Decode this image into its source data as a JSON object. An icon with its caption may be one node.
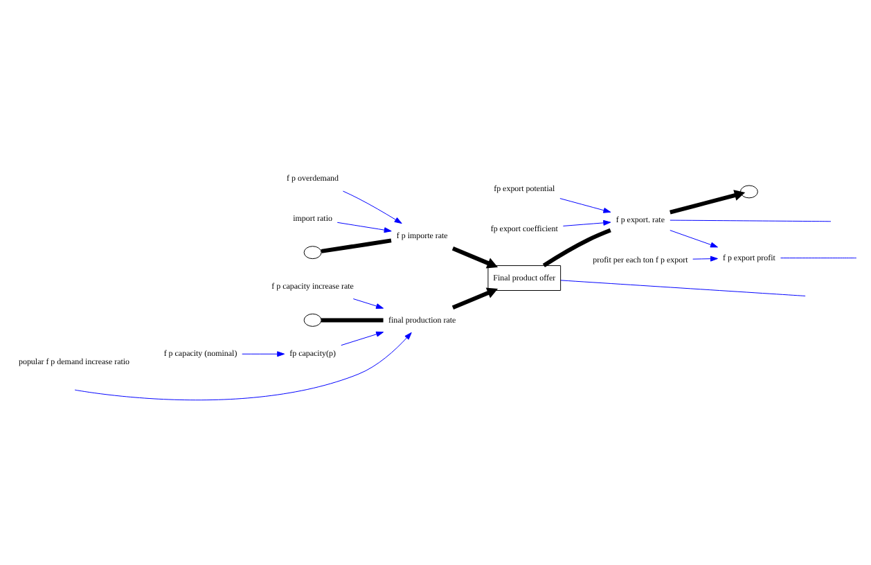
{
  "diagram": {
    "nodes": [
      {
        "text": [
          "f p overdemand"
        ]
      },
      {
        "text": [
          "import ratio"
        ]
      },
      {
        "text": [],
        "shape": "cloud"
      },
      {
        "text": [
          "f p importe rate"
        ]
      },
      {
        "text": [
          "f p capacity increase rate"
        ]
      },
      {
        "text": [
          "fp export potential"
        ]
      },
      {
        "text": [
          "fp export coefficient"
        ]
      },
      {
        "text": [],
        "shape": "cloud"
      },
      {
        "text": [
          "final production rate"
        ]
      },
      {
        "text": [
          "Final product offer"
        ]
      },
      {
        "text": [
          "f p export. rate"
        ]
      },
      {
        "text": [],
        "shape": "cloud"
      },
      {
        "text": [
          "profit per each ton f p export"
        ]
      },
      {
        "text": [
          "fp capacity(p)"
        ]
      },
      {
        "text": [
          "f p capacity (nominal)"
        ]
      },
      {
        "text": [
          "f p export profit"
        ]
      }
    ],
    "edges": [
      {
        "from": 0,
        "to": 3,
        "arrow": "to"
      },
      {
        "from": 1,
        "to": 3,
        "arrow": "to"
      },
      {
        "from": 2,
        "to": 3,
        "arrow": "none",
        "style": "thick",
        "color": "#000000"
      },
      {
        "from": 3,
        "to": 9,
        "arrow": "to",
        "style": "thick",
        "color": "#000000"
      },
      {
        "from": 4,
        "to": 8,
        "arrow": "to"
      },
      {
        "from": 5,
        "to": 10,
        "arrow": "to"
      },
      {
        "from": 6,
        "to": 10,
        "arrow": "to"
      },
      {
        "from": 7,
        "to": 8,
        "arrow": "none",
        "style": "thick",
        "color": "#000000"
      },
      {
        "from": 8,
        "to": 9,
        "arrow": "to",
        "style": "thick",
        "color": "#000000"
      },
      {
        "from": 9,
        "to": 10,
        "arrow": "none",
        "style": "thick",
        "color": "#000000"
      },
      {
        "from": 10,
        "to": 11,
        "arrow": "to",
        "style": "thick",
        "color": "#000000"
      },
      {
        "from": null,
        "to": 8,
        "arrow": "to"
      },
      {
        "from": 13,
        "to": 8,
        "arrow": "to"
      },
      {
        "from": 14,
        "to": 13,
        "arrow": "to"
      },
      {
        "from": 10,
        "to": 15,
        "arrow": "to"
      },
      {
        "from": 12,
        "to": 15,
        "arrow": "to"
      },
      {
        "from": 9,
        "to": null,
        "arrow": "none"
      },
      {
        "from": 10,
        "to": null,
        "arrow": "none"
      },
      {
        "from": 15,
        "to": null,
        "arrow": "none"
      }
    ],
    "labels": [
      "popular f p demand increase ratio"
    ]
  }
}
